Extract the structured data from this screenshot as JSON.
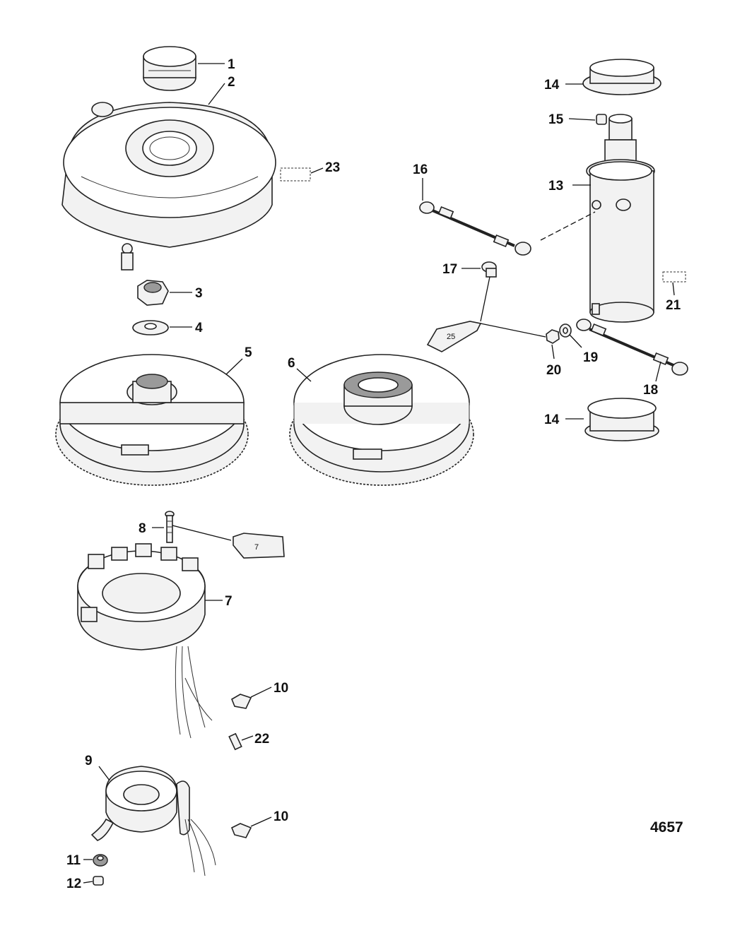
{
  "callouts": [
    {
      "id": "1",
      "text": "1"
    },
    {
      "id": "2",
      "text": "2"
    },
    {
      "id": "3",
      "text": "3"
    },
    {
      "id": "4",
      "text": "4"
    },
    {
      "id": "5",
      "text": "5"
    },
    {
      "id": "6",
      "text": "6"
    },
    {
      "id": "7",
      "text": "7"
    },
    {
      "id": "8",
      "text": "8"
    },
    {
      "id": "9",
      "text": "9"
    },
    {
      "id": "10a",
      "text": "10"
    },
    {
      "id": "10b",
      "text": "10"
    },
    {
      "id": "11",
      "text": "11"
    },
    {
      "id": "12",
      "text": "12"
    },
    {
      "id": "13",
      "text": "13"
    },
    {
      "id": "14a",
      "text": "14"
    },
    {
      "id": "14b",
      "text": "14"
    },
    {
      "id": "15",
      "text": "15"
    },
    {
      "id": "16",
      "text": "16"
    },
    {
      "id": "17",
      "text": "17"
    },
    {
      "id": "18",
      "text": "18"
    },
    {
      "id": "19",
      "text": "19"
    },
    {
      "id": "20",
      "text": "20"
    },
    {
      "id": "21",
      "text": "21"
    },
    {
      "id": "22",
      "text": "22"
    },
    {
      "id": "23",
      "text": "23"
    }
  ],
  "tubes": {
    "tube_25": "25",
    "tube_7": "7"
  },
  "figure_number": "4657"
}
